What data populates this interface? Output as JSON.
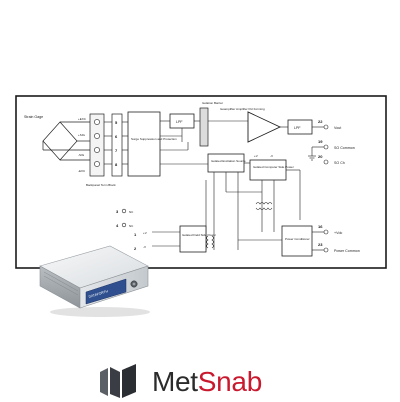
{
  "diagram": {
    "labels": {
      "strain_gage": "Strain Gage",
      "plus_exc": "+EXC",
      "plus_sig": "+SIG",
      "minus_sig": "-SIG",
      "minus_exc": "-EXC",
      "backpanel": "Backpanel Term Block",
      "surge": "Surge Suppression and Protection",
      "lpf_left": "LPF",
      "isolation_barrier": "Isolation Barrier",
      "amplifier": "Isoamplifier Amplifier Pol Forming",
      "lpf_right": "LPF",
      "vout": "Vout",
      "so_common": "SO Common",
      "so_ch": "SO Ch",
      "isolated_excitation": "Isolated Excitation Source",
      "isolated_computer_side_power": "Isolated Computer Side Power",
      "isolated_field_side_power": "Isolated Field Side Power",
      "power_conditioner": "Power Conditioner",
      "plus_vdc": "+Vdc",
      "power_common": "Power Common",
      "nc": "NC",
      "plus_v": "+V",
      "minus_v": "-V"
    },
    "pins": {
      "p1": "1",
      "p2": "2",
      "p3": "3",
      "p4": "4",
      "p5": "5",
      "p6": "6",
      "p7": "7",
      "p8": "8",
      "p16": "16",
      "p19": "19",
      "p20": "20",
      "p22": "22",
      "p23": "23"
    }
  },
  "product": {
    "device_label": "DATAFORTH"
  },
  "brand": {
    "name_part1": "Met",
    "name_part2": "Snab",
    "color_dark": "#2b2b2b",
    "color_red": "#c9192e"
  }
}
